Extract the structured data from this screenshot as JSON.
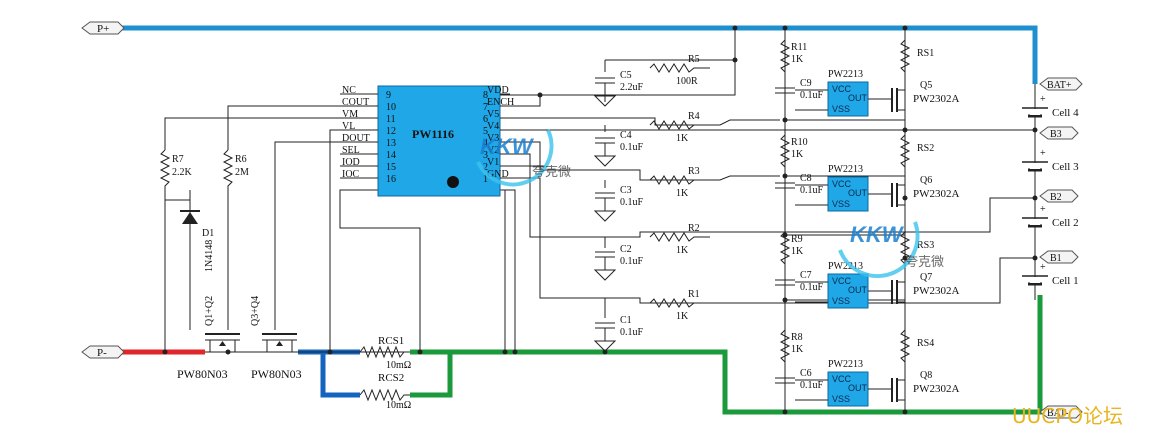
{
  "ports": {
    "p_plus": "P+",
    "p_minus": "P-",
    "bat_plus": "BAT+",
    "bat_minus": "BAT-",
    "b3": "B3",
    "b2": "B2",
    "b1": "B1"
  },
  "ic_main": {
    "name": "PW1116",
    "left_pins": [
      {
        "label": "NC",
        "num": "9"
      },
      {
        "label": "COUT",
        "num": "10"
      },
      {
        "label": "VM",
        "num": "11"
      },
      {
        "label": "VL",
        "num": "12"
      },
      {
        "label": "DOUT",
        "num": "13"
      },
      {
        "label": "SEL",
        "num": "14"
      },
      {
        "label": "IOD",
        "num": "15"
      },
      {
        "label": "IOC",
        "num": "16"
      }
    ],
    "right_pins": [
      {
        "label": "VDD",
        "num": "8"
      },
      {
        "label": "ENCH",
        "num": "7"
      },
      {
        "label": "V5",
        "num": "6"
      },
      {
        "label": "V4",
        "num": "5"
      },
      {
        "label": "V3",
        "num": "4"
      },
      {
        "label": "V2",
        "num": "3"
      },
      {
        "label": "V1",
        "num": "2"
      },
      {
        "label": "GND",
        "num": "1"
      }
    ]
  },
  "caps": [
    {
      "ref": "C5",
      "val": "2.2uF"
    },
    {
      "ref": "C4",
      "val": "0.1uF"
    },
    {
      "ref": "C3",
      "val": "0.1uF"
    },
    {
      "ref": "C2",
      "val": "0.1uF"
    },
    {
      "ref": "C1",
      "val": "0.1uF"
    }
  ],
  "resistors_chain": [
    {
      "ref": "R5",
      "val": "100R"
    },
    {
      "ref": "R4",
      "val": "1K"
    },
    {
      "ref": "R3",
      "val": "1K"
    },
    {
      "ref": "R2",
      "val": "1K"
    },
    {
      "ref": "R1",
      "val": "1K"
    }
  ],
  "left_parts": {
    "r7_ref": "R7",
    "r7_val": "2.2K",
    "r6_ref": "R6",
    "r6_val": "2M",
    "d1_ref": "D1",
    "d1_val": "1N4148",
    "q12": "Q1+Q2",
    "q34": "Q3+Q4",
    "pw1": "PW80N03",
    "pw2": "PW80N03",
    "rcs1": "RCS1",
    "rcs1_val": "10mΩ",
    "rcs2": "RCS2",
    "rcs2_val": "10mΩ"
  },
  "balance": [
    {
      "r_ref": "R11",
      "r_val": "1K",
      "ic": "PW2213",
      "c_ref": "C9",
      "c_val": "0.1uF",
      "rs": "RS1",
      "q": "Q5",
      "q_val": "PW2302A"
    },
    {
      "r_ref": "R10",
      "r_val": "1K",
      "ic": "PW2213",
      "c_ref": "C8",
      "c_val": "0.1uF",
      "rs": "RS2",
      "q": "Q6",
      "q_val": "PW2302A"
    },
    {
      "r_ref": "R9",
      "r_val": "1K",
      "ic": "PW2213",
      "c_ref": "C7",
      "c_val": "0.1uF",
      "rs": "RS3",
      "q": "Q7",
      "q_val": "PW2302A"
    },
    {
      "r_ref": "R8",
      "r_val": "1K",
      "ic": "PW2213",
      "c_ref": "C6",
      "c_val": "0.1uF",
      "rs": "RS4",
      "q": "Q8",
      "q_val": "PW2302A"
    }
  ],
  "balance_ic_pins": {
    "vcc": "VCC",
    "out": "OUT",
    "vss": "VSS"
  },
  "cells": [
    "Cell 4",
    "Cell 3",
    "Cell 2",
    "Cell 1"
  ],
  "watermark": {
    "brand": "KKW",
    "cn": "夸克微",
    "forum": "UUCPO论坛"
  },
  "colors": {
    "p_plus_wire": "#1e90d0",
    "p_minus_wire": "#e0262a",
    "current_wire": "#1565c0",
    "bat_minus_wire": "#1a9a3a",
    "ic_fill": "#1fa7e8"
  }
}
